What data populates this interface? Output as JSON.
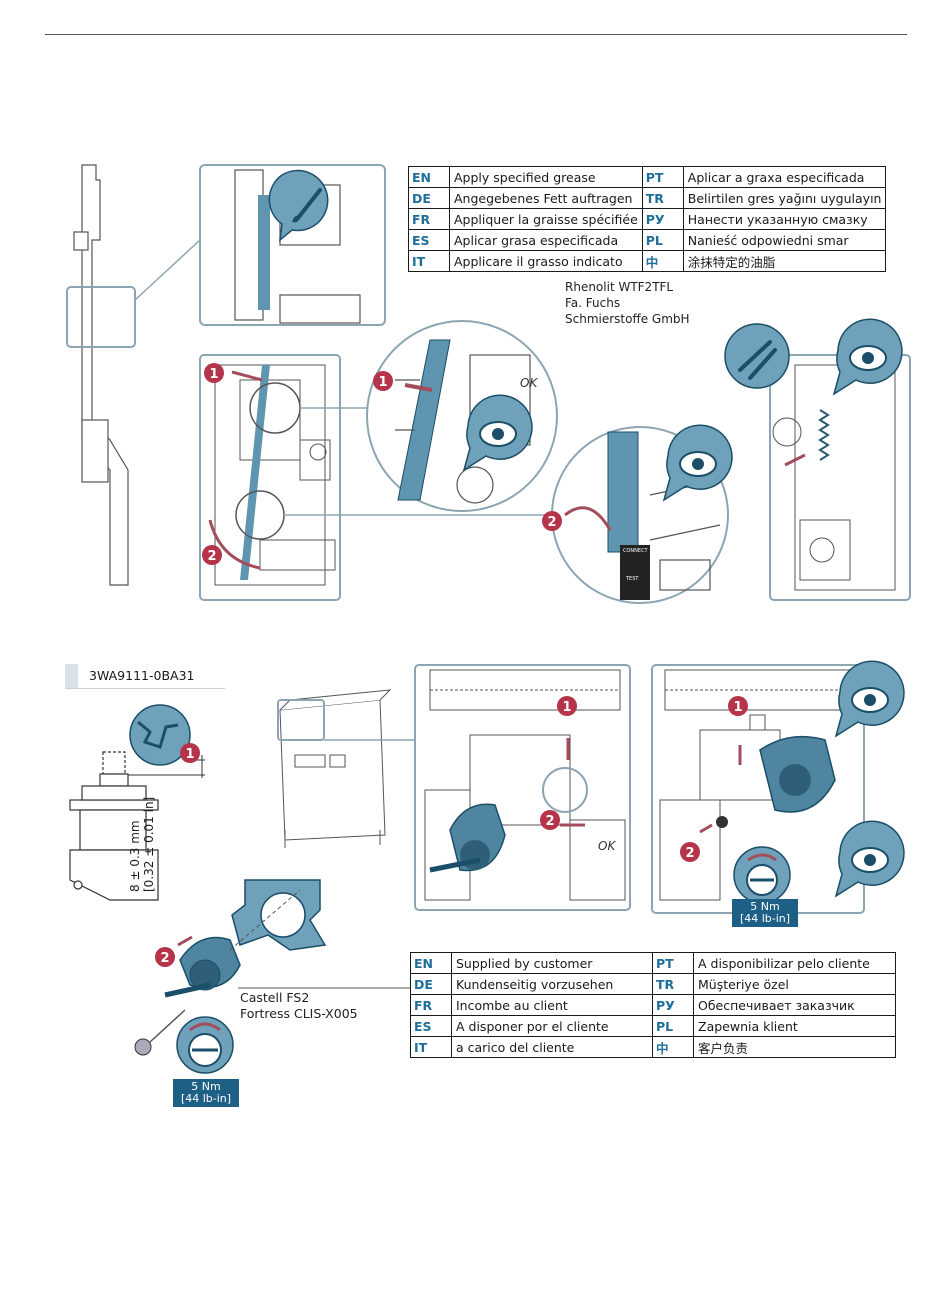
{
  "grease_table": {
    "rows": [
      {
        "code1": "EN",
        "text1": "Apply specified grease",
        "code2": "PT",
        "text2": "Aplicar a graxa especificada"
      },
      {
        "code1": "DE",
        "text1": "Angegebenes Fett auftragen",
        "code2": "TR",
        "text2": "Belirtilen gres yağını uygulayın"
      },
      {
        "code1": "FR",
        "text1": "Appliquer la graisse spécifiée",
        "code2": "РУ",
        "text2": "Нанести указанную смазку"
      },
      {
        "code1": "ES",
        "text1": "Aplicar grasa especificada",
        "code2": "PL",
        "text2": "Nanieść odpowiedni smar"
      },
      {
        "code1": "IT",
        "text1": "Applicare il grasso indicato",
        "code2": "中",
        "text2": "涂抹特定的油脂"
      }
    ]
  },
  "grease_note": {
    "line1": "Rhenolit WTF2TFL",
    "line2": "Fa. Fuchs",
    "line3": "Schmierstoffe GmbH"
  },
  "part_number": "3WA9111-0BA31",
  "dimension": {
    "line1": "8 ± 0.3 mm",
    "line2": "[0.32 ± 0.01 in]"
  },
  "lock_note": {
    "line1": "Castell FS2",
    "line2": "Fortress CLIS-X005"
  },
  "torque": {
    "line1": "5 Nm",
    "line2": "[44 lb-in]"
  },
  "step_labels": [
    "1",
    "2"
  ],
  "panel_labels": {
    "ok": "OK",
    "connect": "CONNECT",
    "test": "TEST"
  },
  "customer_table": {
    "rows": [
      {
        "code1": "EN",
        "text1": "Supplied by customer",
        "code2": "PT",
        "text2": "A disponibilizar pelo cliente"
      },
      {
        "code1": "DE",
        "text1": "Kundenseitig vorzusehen",
        "code2": "TR",
        "text2": "Müşteriye özel"
      },
      {
        "code1": "FR",
        "text1": "Incombe au client",
        "code2": "РУ",
        "text2": "Обеспечивает заказчик"
      },
      {
        "code1": "ES",
        "text1": "A disponer por el cliente",
        "code2": "PL",
        "text2": "Zapewnia klient"
      },
      {
        "code1": "IT",
        "text1": "a carico del cliente",
        "code2": "中",
        "text2": "客户负责"
      }
    ]
  },
  "colors": {
    "accent": "#1f6f9a",
    "part_blue": "#5f95b0",
    "frame": "#8da5b2",
    "step_badge": "#b5344a",
    "torque_bg": "#1d5f85"
  }
}
